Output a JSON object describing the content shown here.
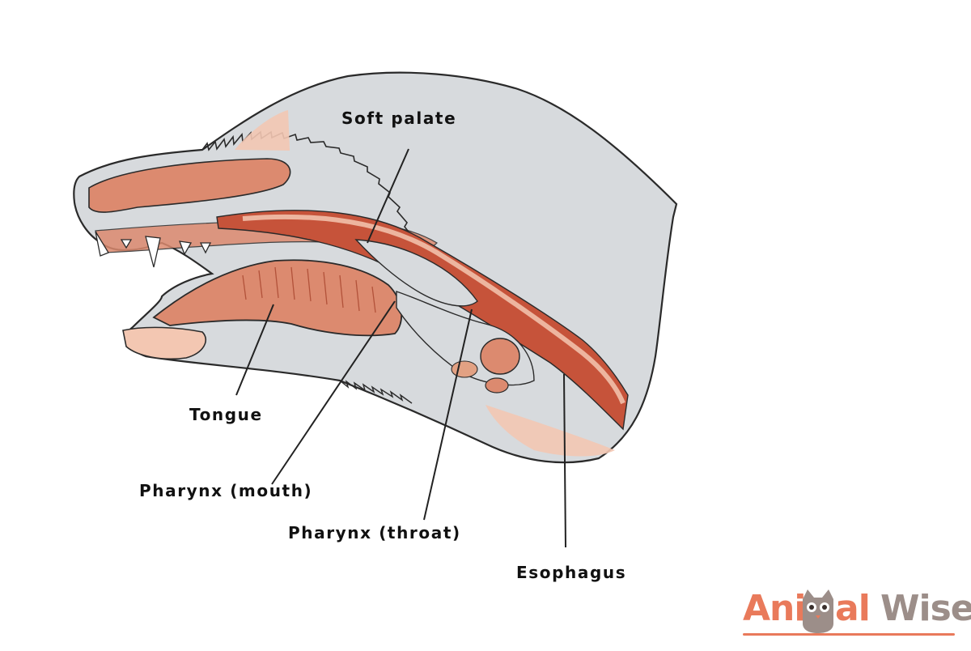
{
  "labels": {
    "soft_palate": "Soft palate",
    "tongue": "Tongue",
    "pharynx_mouth": "Pharynx (mouth)",
    "pharynx_throat": "Pharynx (throat)",
    "esophagus": "Esophagus"
  },
  "logo": {
    "part1": "Ani",
    "part2": "al",
    "part3": "Wised",
    "icon": "cat-face-icon"
  },
  "colors": {
    "tissue": "#d7dadd",
    "flesh": "#dc8a6f",
    "flesh_light": "#f3c7b2",
    "passage": "#c6533a",
    "outline": "#2a2a2a",
    "logo_orange": "#e97a5b",
    "logo_grey": "#9c8e89"
  }
}
